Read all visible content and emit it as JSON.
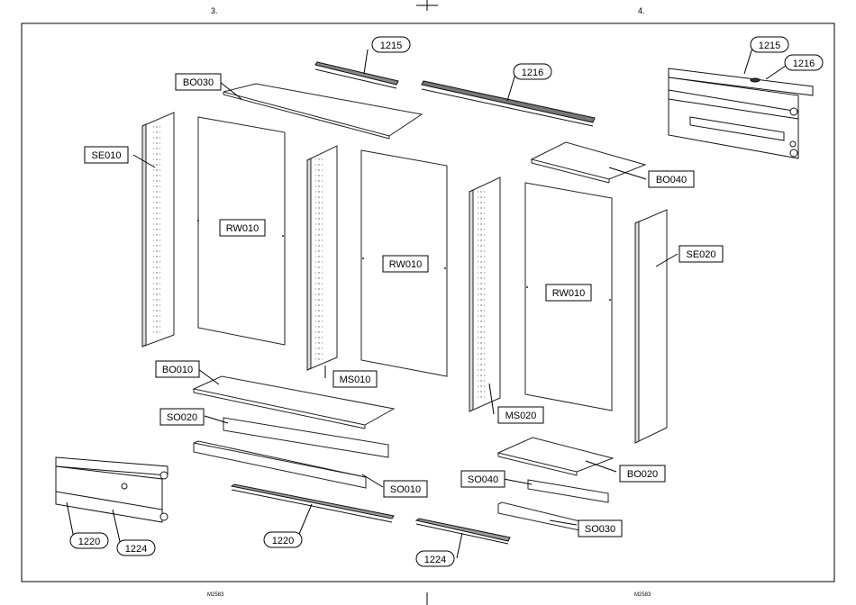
{
  "pages": {
    "left": "3.",
    "right": "4."
  },
  "footer": {
    "left_code": "M2583",
    "right_code": "M2583"
  },
  "labels": {
    "bo030": "BO030",
    "se010": "SE010",
    "rw010_left": "RW010",
    "rw010_center": "RW010",
    "rw010_right": "RW010",
    "ms010": "MS010",
    "ms020": "MS020",
    "bo040": "BO040",
    "se020": "SE020",
    "bo010": "BO010",
    "so020": "SO020",
    "so010": "SO010",
    "bo020": "BO020",
    "so040": "SO040",
    "so030": "SO030"
  },
  "callouts": {
    "c1215_top": "1215",
    "c1216_top": "1216",
    "c1215_detail": "1215",
    "c1216_detail": "1216",
    "c1220_detail": "1220",
    "c1224_detail": "1224",
    "c1220_bottom": "1220",
    "c1224_bottom": "1224"
  }
}
